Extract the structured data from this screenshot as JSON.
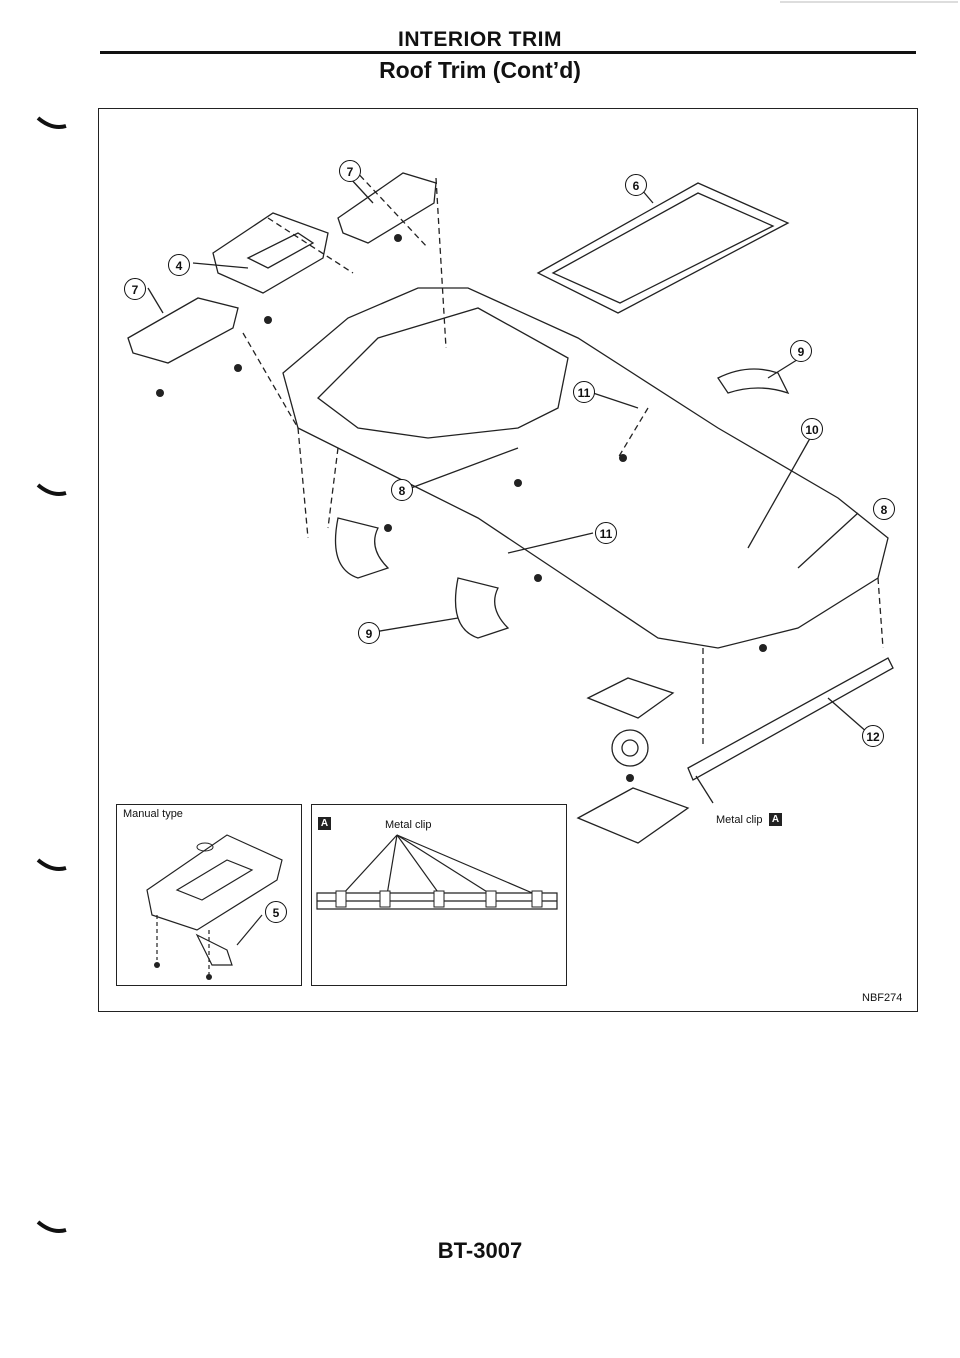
{
  "header": {
    "title": "INTERIOR TRIM",
    "subtitle": "Roof Trim (Cont’d)"
  },
  "diagram": {
    "callouts": [
      {
        "id": "c7a",
        "label": "7"
      },
      {
        "id": "c6",
        "label": "6"
      },
      {
        "id": "c4",
        "label": "4"
      },
      {
        "id": "c7b",
        "label": "7"
      },
      {
        "id": "c9a",
        "label": "9"
      },
      {
        "id": "c11a",
        "label": "11"
      },
      {
        "id": "c10",
        "label": "10"
      },
      {
        "id": "c8a",
        "label": "8"
      },
      {
        "id": "c8b",
        "label": "8"
      },
      {
        "id": "c11b",
        "label": "11"
      },
      {
        "id": "c9b",
        "label": "9"
      },
      {
        "id": "c12",
        "label": "12"
      },
      {
        "id": "c5",
        "label": "5"
      }
    ],
    "metal_clip_label": "Metal clip",
    "metal_clip_ref": "A",
    "inset_manual": {
      "label": "Manual type"
    },
    "inset_clip": {
      "badge": "A",
      "label": "Metal clip"
    },
    "figure_code": "NBF274"
  },
  "footer": {
    "page_number": "BT-3007"
  }
}
